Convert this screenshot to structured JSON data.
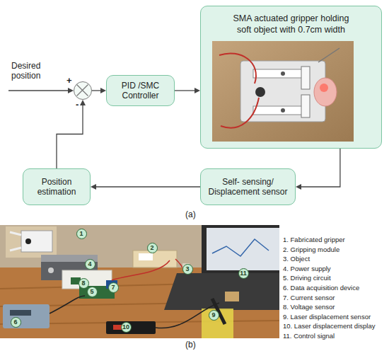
{
  "diagram": {
    "nodes": [
      {
        "text": [
          "+",
          "-"
        ]
      },
      {
        "text": [
          "PID /SMC Controller"
        ]
      },
      {
        "text": [
          "SMA actuated gripper holding soft object with 0.7cm width"
        ]
      },
      {
        "text": [
          "Self- sensing/ Displacement sensor"
        ]
      },
      {
        "text": [
          "Position estimation"
        ]
      }
    ],
    "edges": [
      {
        "from": 0,
        "to": 1,
        "arrow": "to"
      },
      {
        "from": 1,
        "to": 2,
        "arrow": "to"
      },
      {
        "from": 2,
        "to": 3,
        "arrow": "to"
      },
      {
        "from": 3,
        "to": 4,
        "arrow": "to"
      },
      {
        "from": 4,
        "to": 0,
        "arrow": "to"
      }
    ],
    "labels": [
      "Desired position",
      "(a)",
      "1",
      "2",
      "3",
      "4",
      "5",
      "6",
      "7",
      "8",
      "9",
      "10",
      "11",
      "1. Fabricated gripper",
      "2. Gripping module",
      "3. Object",
      "4. Power supply",
      "5. Driving circuit",
      "6. Data acquisition device",
      "7. Current sensor",
      "8. Voltage sensor",
      "9. Laser displacement sensor",
      "10. Laser displacement display",
      "11. Control signal",
      "(b)"
    ]
  }
}
